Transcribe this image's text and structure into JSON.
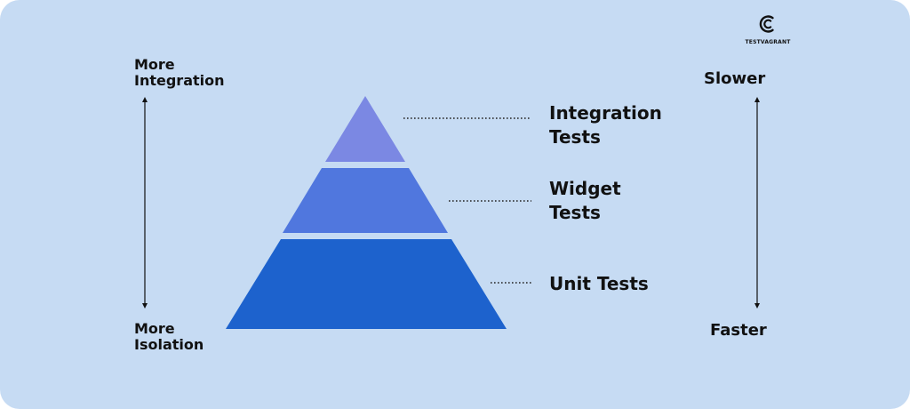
{
  "left_axis": {
    "top_label": [
      "More",
      "Integration"
    ],
    "bottom_label": [
      "More",
      "Isolation"
    ]
  },
  "right_axis": {
    "top_label": "Slower",
    "bottom_label": "Faster"
  },
  "tiers": [
    {
      "label": [
        "Integration",
        "Tests"
      ],
      "color": "#7b88e3"
    },
    {
      "label": [
        "Widget",
        "Tests"
      ],
      "color": "#5077de"
    },
    {
      "label": [
        "Unit Tests"
      ],
      "color": "#1d62cd"
    }
  ],
  "logo": {
    "text": "TESTVAGRANT"
  },
  "colors": {
    "background": "#c6dbf3",
    "text": "#111111"
  }
}
